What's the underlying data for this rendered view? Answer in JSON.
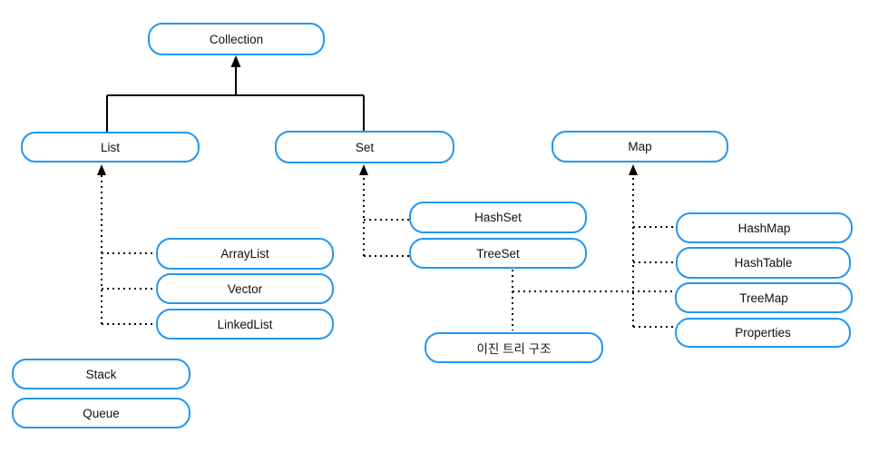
{
  "diagram": {
    "title": "Java Collection framework hierarchy diagram",
    "colors": {
      "node_border": "#2196f3",
      "node_fill": "#ffffff",
      "connector": "#000000",
      "background": "#ffffff",
      "text": "#111111"
    },
    "nodes": {
      "collection": "Collection",
      "list": "List",
      "set": "Set",
      "map": "Map",
      "arraylist": "ArrayList",
      "vector": "Vector",
      "linkedlist": "LinkedList",
      "hashset": "HashSet",
      "treeset": "TreeSet",
      "hashmap": "HashMap",
      "hashtable": "HashTable",
      "treemap": "TreeMap",
      "properties": "Properties",
      "binary_tree": "이진 트리 구조",
      "stack": "Stack",
      "queue": "Queue"
    },
    "edges": [
      {
        "from": "List",
        "to": "Collection",
        "style": "solid-arrow"
      },
      {
        "from": "Set",
        "to": "Collection",
        "style": "solid-arrow"
      },
      {
        "from": "ArrayList",
        "to": "List",
        "style": "dotted-arrow"
      },
      {
        "from": "Vector",
        "to": "List",
        "style": "dotted-arrow"
      },
      {
        "from": "LinkedList",
        "to": "List",
        "style": "dotted-arrow"
      },
      {
        "from": "HashSet",
        "to": "Set",
        "style": "dotted-arrow"
      },
      {
        "from": "TreeSet",
        "to": "Set",
        "style": "dotted-arrow"
      },
      {
        "from": "HashMap",
        "to": "Map",
        "style": "dotted-arrow"
      },
      {
        "from": "HashTable",
        "to": "Map",
        "style": "dotted-arrow"
      },
      {
        "from": "TreeMap",
        "to": "Map",
        "style": "dotted-arrow"
      },
      {
        "from": "Properties",
        "to": "Map",
        "style": "dotted-arrow"
      },
      {
        "from": "TreeSet",
        "to": "이진 트리 구조",
        "style": "dotted"
      },
      {
        "from": "TreeMap",
        "to": "이진 트리 구조",
        "style": "dotted"
      }
    ]
  }
}
